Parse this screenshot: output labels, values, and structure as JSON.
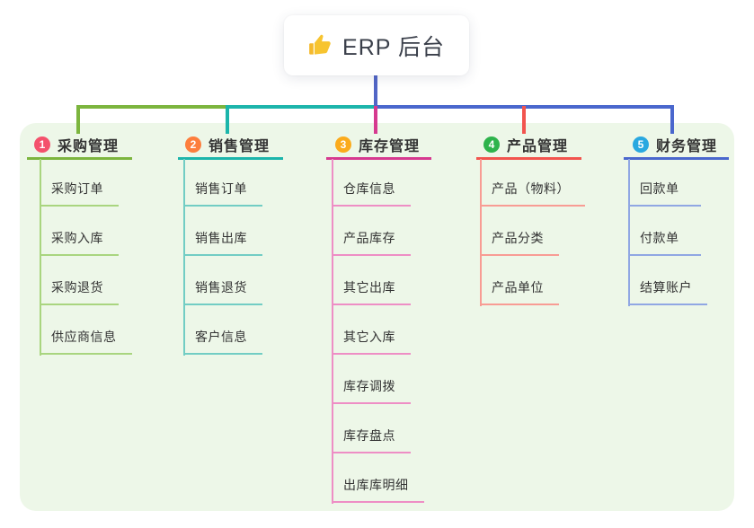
{
  "root": {
    "title": "ERP 后台",
    "icon": "thumbs-up-icon"
  },
  "panel": {
    "background": "#edf7e8"
  },
  "connectors": {
    "trunk_color": "#5266c6"
  },
  "branches": [
    {
      "index": "1",
      "label": "采购管理",
      "badge_color": "#f4516c",
      "line_color": "#7cb53e",
      "child_line_color": "#a9d57f",
      "children": [
        "采购订单",
        "采购入库",
        "采购退货",
        "供应商信息"
      ]
    },
    {
      "index": "2",
      "label": "销售管理",
      "badge_color": "#fd7e3d",
      "line_color": "#1cb5ab",
      "child_line_color": "#72cdc4",
      "children": [
        "销售订单",
        "销售出库",
        "销售退货",
        "客户信息"
      ]
    },
    {
      "index": "3",
      "label": "库存管理",
      "badge_color": "#fbab1c",
      "line_color": "#d6398f",
      "child_line_color": "#ee8ec5",
      "children": [
        "仓库信息",
        "产品库存",
        "其它出库",
        "其它入库",
        "库存调拨",
        "库存盘点",
        "出库库明细"
      ]
    },
    {
      "index": "4",
      "label": "产品管理",
      "badge_color": "#2eb34c",
      "line_color": "#f2544e",
      "child_line_color": "#f89c94",
      "children": [
        "产品（物料）",
        "产品分类",
        "产品单位"
      ]
    },
    {
      "index": "5",
      "label": "财务管理",
      "badge_color": "#29a8e0",
      "line_color": "#4a67cd",
      "child_line_color": "#90a7e3",
      "children": [
        "回款单",
        "付款单",
        "结算账户"
      ]
    }
  ]
}
